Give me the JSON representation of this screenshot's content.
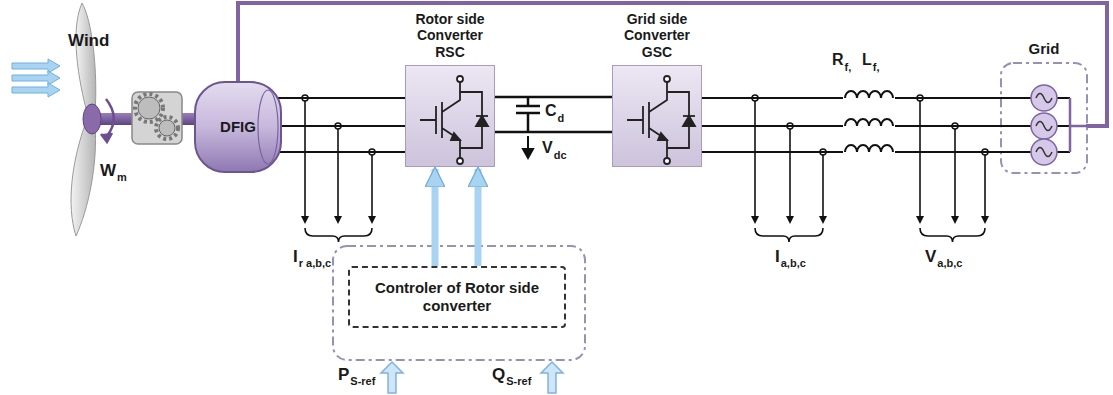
{
  "diagram": {
    "nodes": [
      {
        "text": [
          "DFIG"
        ]
      },
      {
        "text": [
          "Rotor side Converter RSC"
        ]
      },
      {
        "text": [
          "Grid side Converter GSC"
        ]
      },
      {
        "text": [
          "Grid"
        ]
      },
      {
        "text": [
          "Controler of Rotor side converter"
        ]
      }
    ],
    "edges": [
      {
        "from": 0,
        "to": 1,
        "arrow": "none"
      },
      {
        "from": 1,
        "to": 2,
        "arrow": "none"
      },
      {
        "from": 2,
        "to": 3,
        "arrow": "none"
      },
      {
        "from": 0,
        "to": 3,
        "arrow": "none"
      },
      {
        "from": 4,
        "to": 1,
        "arrow": "to"
      },
      {
        "from": 4,
        "to": 1,
        "arrow": "to"
      }
    ],
    "labels": [
      "Wind",
      "W",
      "m",
      "C",
      "d",
      "V",
      "dc",
      "R",
      "f,",
      "L",
      "f,",
      "I",
      "r a,b,c",
      "I",
      "a,b,c",
      "V",
      "a,b,c",
      "P",
      "S-ref",
      "Q",
      "S-ref"
    ]
  }
}
